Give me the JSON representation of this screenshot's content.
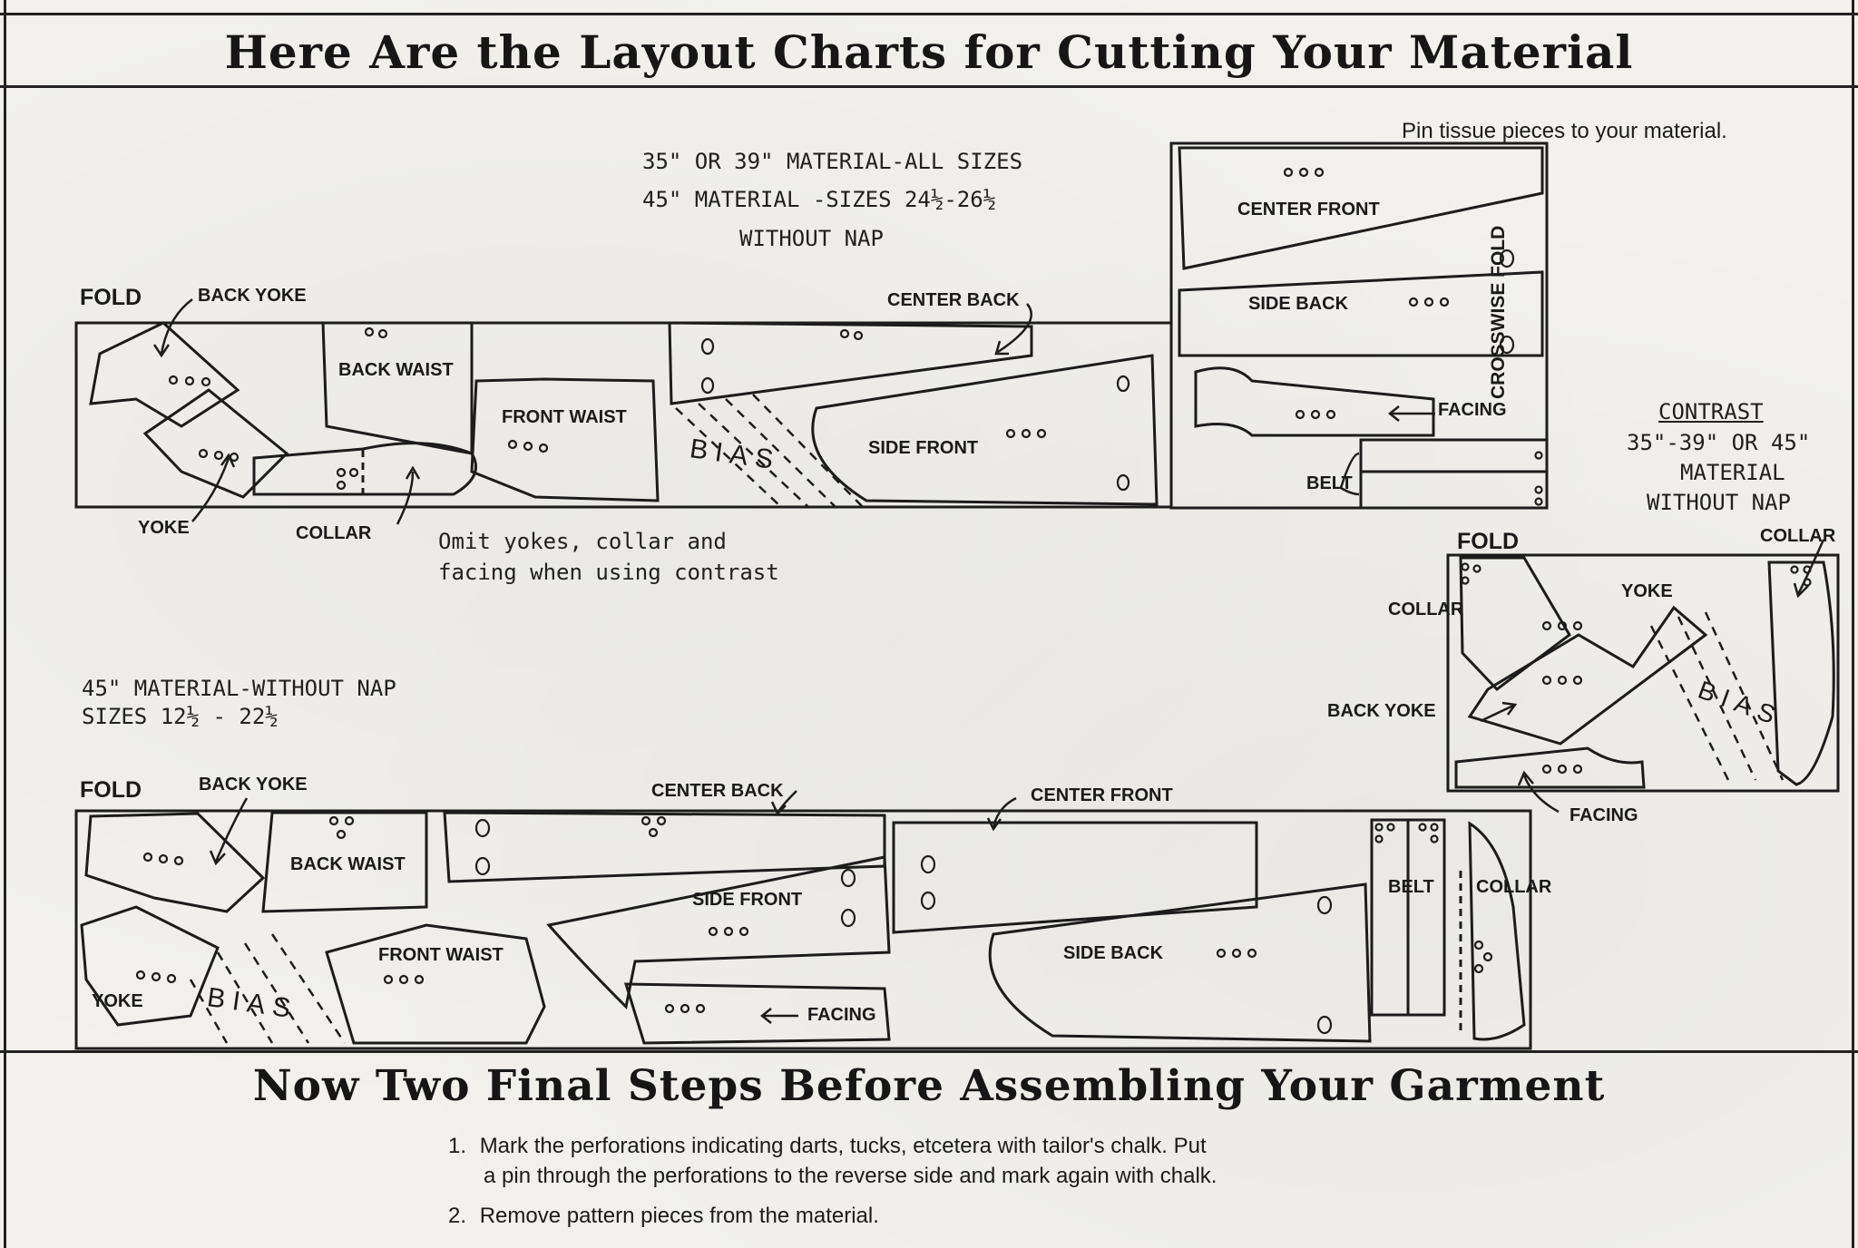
{
  "headings": {
    "top": "Here Are the Layout Charts for Cutting Your Material",
    "bottom": "Now Two Final Steps Before Assembling Your Garment"
  },
  "pin_note": "Pin tissue pieces to your material.",
  "layout1": {
    "spec_line1": "35\" OR 39\" MATERIAL-ALL SIZES",
    "spec_line2": "45\" MATERIAL -SIZES 24½-26½",
    "spec_line3": "WITHOUT NAP",
    "fold": "FOLD",
    "back_yoke": "BACK YOKE",
    "back_waist": "BACK WAIST",
    "front_waist": "FRONT WAIST",
    "yoke": "YOKE",
    "collar": "COLLAR",
    "center_back": "CENTER BACK",
    "bias": "BIAS",
    "side_front": "SIDE FRONT",
    "center_front": "CENTER FRONT",
    "side_back": "SIDE BACK",
    "facing": "FACING",
    "belt": "BELT",
    "crosswise_fold": "CROSSWISE FOLD",
    "omit_line1": "Omit yokes, collar and",
    "omit_line2": "facing when using contrast"
  },
  "contrast": {
    "title": "CONTRAST",
    "line2": "35\"-39\" OR 45\"",
    "line3": "MATERIAL",
    "line4": "WITHOUT NAP",
    "fold": "FOLD",
    "collar_right": "COLLAR",
    "yoke": "YOKE",
    "collar_left": "COLLAR",
    "back_yoke": "BACK YOKE",
    "bias": "BIAS",
    "facing": "FACING"
  },
  "layout2": {
    "spec_line1": "45\" MATERIAL-WITHOUT NAP",
    "spec_line2": "SIZES 12½ - 22½",
    "fold": "FOLD",
    "back_yoke": "BACK YOKE",
    "back_waist": "BACK WAIST",
    "yoke": "YOKE",
    "bias": "BIAS",
    "front_waist": "FRONT WAIST",
    "center_back": "CENTER BACK",
    "side_front": "SIDE FRONT",
    "facing": "FACING",
    "center_front": "CENTER FRONT",
    "side_back": "SIDE BACK",
    "belt": "BELT",
    "collar": "COLLAR"
  },
  "steps": [
    {
      "number": "1.",
      "line1": "Mark the perforations indicating darts, tucks, etcetera with tailor's chalk. Put",
      "line2": "a pin through the perforations to the reverse side and mark again with chalk."
    },
    {
      "number": "2.",
      "line1": "Remove pattern pieces from the material."
    }
  ]
}
